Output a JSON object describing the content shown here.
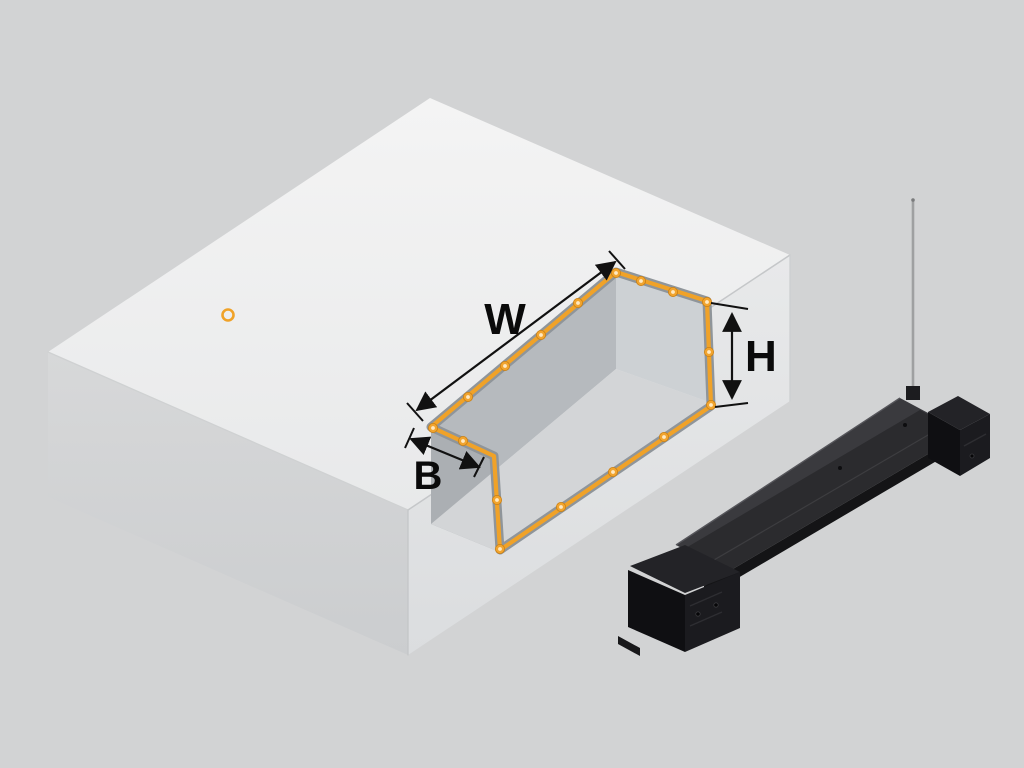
{
  "diagram": {
    "dimension_labels": {
      "width": "W",
      "height": "H",
      "step": "B"
    },
    "colors": {
      "background": "#d2d3d4",
      "accent": "#f0a228",
      "dimension_line": "#111111",
      "block_top": "#efefef",
      "block_left": "#d2d4d5",
      "block_front": "#e3e4e6",
      "cavity_far_wall": "#cdd1d4",
      "cavity_left_wall": "#b6babe",
      "cavity_step_wall": "#abafb3",
      "cavity_floor": "#d3d5d7",
      "rim_bevel": "#8f959a",
      "device_body": "#2b2b2e",
      "device_feet": "#111114",
      "antenna": "#9fa0a1"
    },
    "rim_dot_count": 17,
    "reference_dot_count": 1
  }
}
